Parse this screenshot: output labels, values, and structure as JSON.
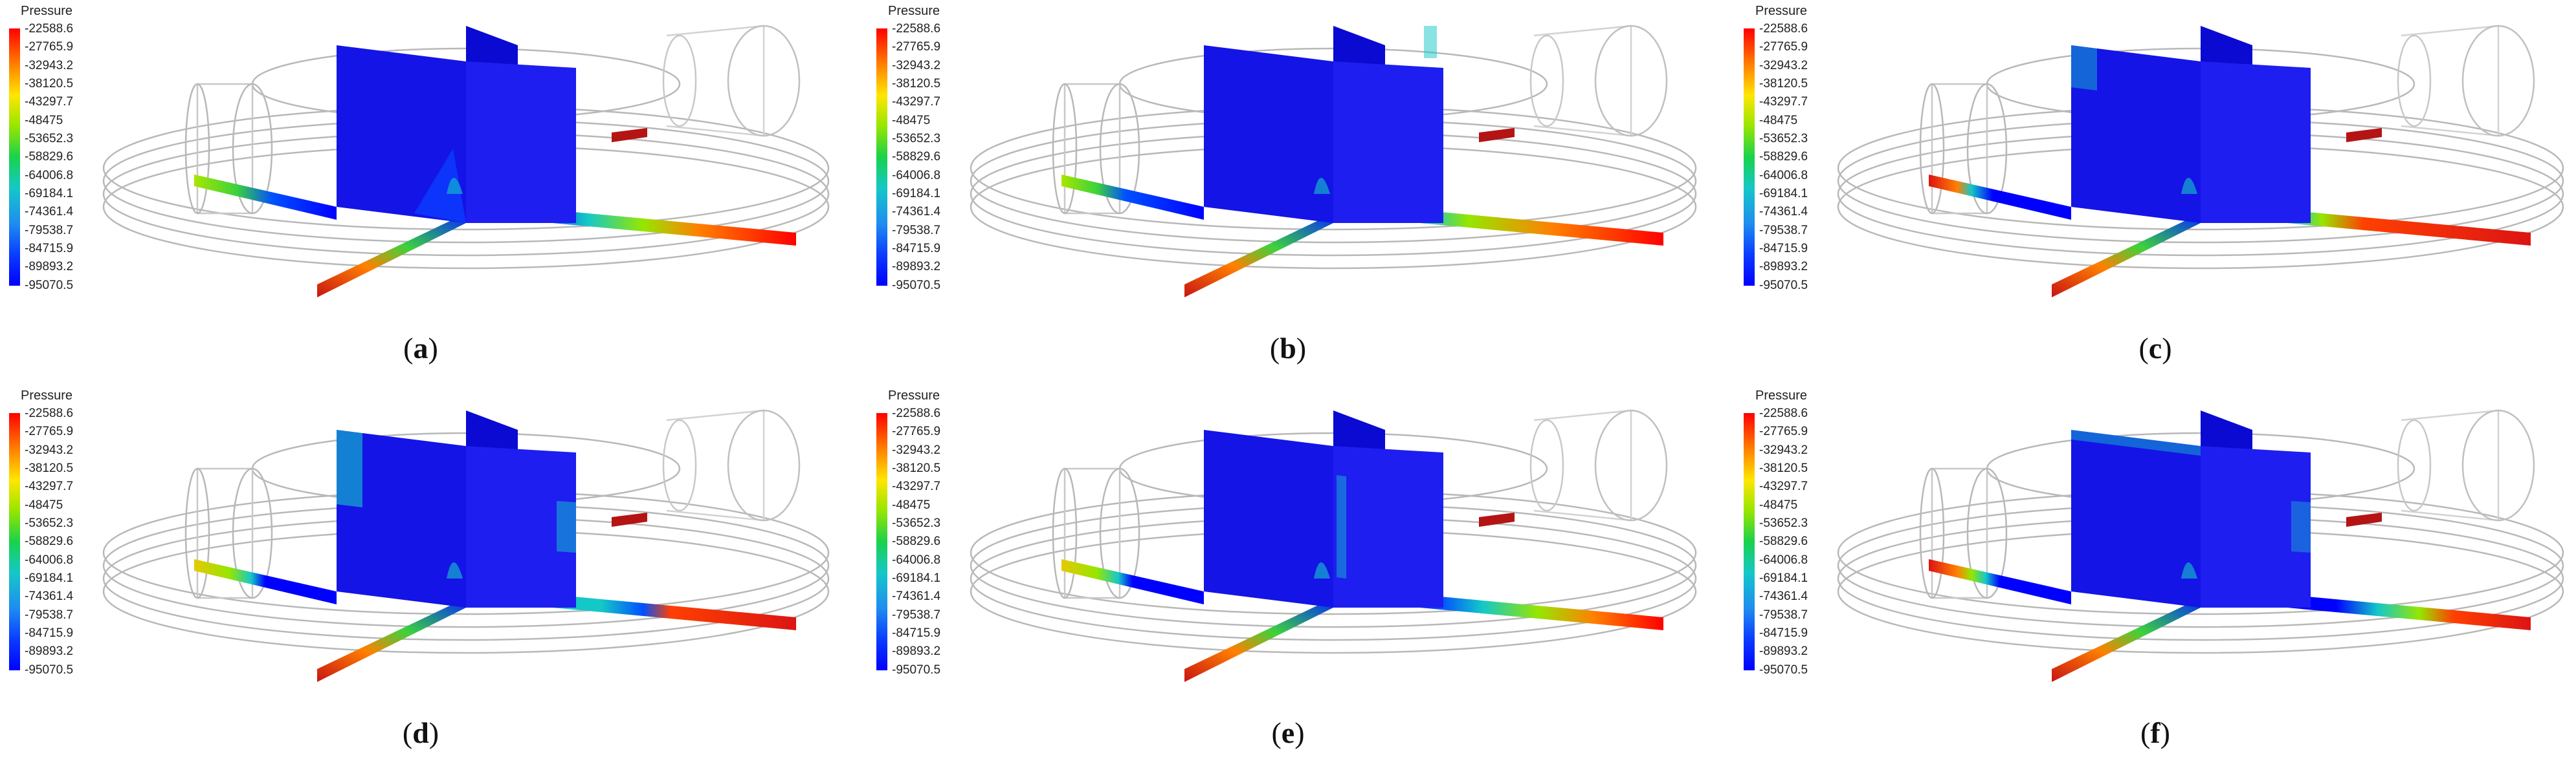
{
  "legend": {
    "title": "Pressure",
    "values": [
      "-22588.6",
      "-27765.9",
      "-32943.2",
      "-38120.5",
      "-43297.7",
      "-48475",
      "-53652.3",
      "-58829.6",
      "-64006.8",
      "-69184.1",
      "-74361.4",
      "-79538.7",
      "-84715.9",
      "-89893.2",
      "-95070.5"
    ],
    "colormap": [
      "#ff0000",
      "#ff8000",
      "#ffe600",
      "#96e600",
      "#19d24b",
      "#14c8c8",
      "#1e8cf0",
      "#0a3cff",
      "#0000ff"
    ]
  },
  "panels": [
    {
      "id": "a",
      "caption_open": "(",
      "caption_letter": "a",
      "caption_close": ")"
    },
    {
      "id": "b",
      "caption_open": "(",
      "caption_letter": "b",
      "caption_close": ")"
    },
    {
      "id": "c",
      "caption_open": "(",
      "caption_letter": "c",
      "caption_close": ")"
    },
    {
      "id": "d",
      "caption_open": "(",
      "caption_letter": "d",
      "caption_close": ")"
    },
    {
      "id": "e",
      "caption_open": "(",
      "caption_letter": "e",
      "caption_close": ")"
    },
    {
      "id": "f",
      "caption_open": "(",
      "caption_letter": "f",
      "caption_close": ")"
    }
  ]
}
